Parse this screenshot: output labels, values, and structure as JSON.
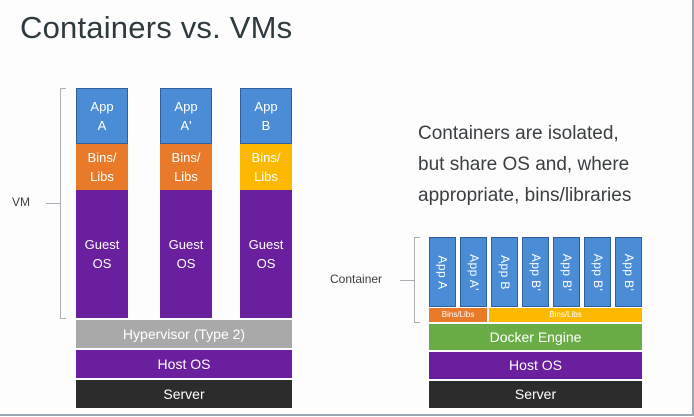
{
  "title": "Containers vs. VMs",
  "description": [
    "Containers are isolated,",
    "but share OS and, where",
    "appropriate, bins/libraries"
  ],
  "vm_side": {
    "label": "VM",
    "columns": [
      {
        "app_line1": "App",
        "app_line2": "A",
        "bins_line1": "Bins/",
        "bins_line2": "Libs",
        "guest_line1": "Guest",
        "guest_line2": "OS"
      },
      {
        "app_line1": "App",
        "app_line2": "A'",
        "bins_line1": "Bins/",
        "bins_line2": "Libs",
        "guest_line1": "Guest",
        "guest_line2": "OS"
      },
      {
        "app_line1": "App",
        "app_line2": "B",
        "bins_line1": "Bins/",
        "bins_line2": "Libs",
        "guest_line1": "Guest",
        "guest_line2": "OS"
      }
    ],
    "hypervisor": "Hypervisor (Type 2)",
    "host_os": "Host OS",
    "server": "Server"
  },
  "container_side": {
    "label": "Container",
    "apps": [
      "App A",
      "App A'",
      "App B",
      "App B'",
      "App B'",
      "App B'",
      "App B'"
    ],
    "bins_a": "Bins/Libs",
    "bins_b": "Bins/Libs",
    "engine": "Docker Engine",
    "host_os": "Host OS",
    "server": "Server"
  },
  "colors": {
    "app": "#4a8cd6",
    "bins_a": "#e87a2a",
    "bins_b": "#fcb900",
    "guest_os": "#6a1f9e",
    "hypervisor": "#a9a9a9",
    "engine": "#6aac45",
    "server": "#2c2c2c"
  }
}
